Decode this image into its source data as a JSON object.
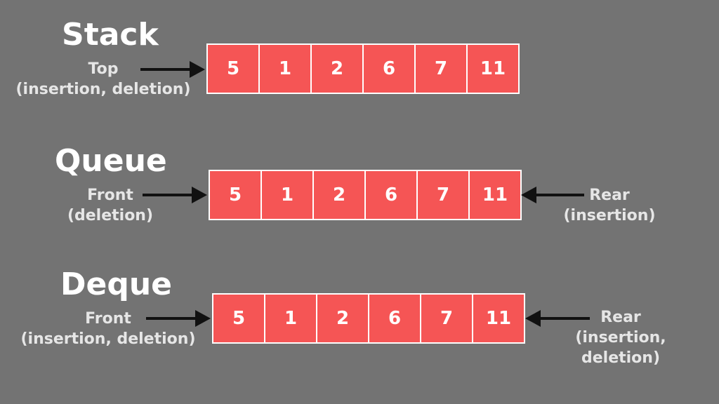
{
  "colors": {
    "background": "#737373",
    "cell_fill": "#f55555",
    "cell_border": "#ffffff",
    "arrow": "#111111",
    "title_text": "#ffffff",
    "label_text": "#e6e6e6"
  },
  "stack": {
    "title": "Stack",
    "values": [
      "5",
      "1",
      "2",
      "6",
      "7",
      "11"
    ],
    "top_label": "Top",
    "top_sub": "(insertion, deletion)"
  },
  "queue": {
    "title": "Queue",
    "values": [
      "5",
      "1",
      "2",
      "6",
      "7",
      "11"
    ],
    "front_label": "Front",
    "front_sub": "(deletion)",
    "rear_label": "Rear",
    "rear_sub": "(insertion)"
  },
  "deque": {
    "title": "Deque",
    "values": [
      "5",
      "1",
      "2",
      "6",
      "7",
      "11"
    ],
    "front_label": "Front",
    "front_sub": "(insertion, deletion)",
    "rear_label": "Rear",
    "rear_sub1": "(insertion,",
    "rear_sub2": "deletion)"
  }
}
